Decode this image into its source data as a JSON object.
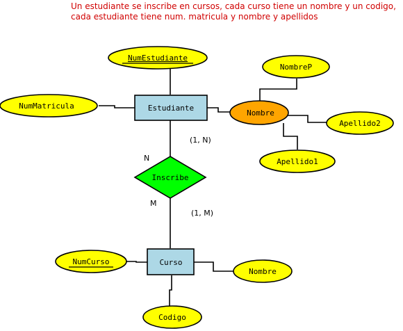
{
  "description": {
    "line1": "Un estudiante se inscribe en cursos, cada curso tiene un nombre y un codigo,",
    "line2": "cada estudiante tiene num. matricula y nombre y apellidos"
  },
  "colors": {
    "caption": "#d00000",
    "entity_fill": "#add8e6",
    "attribute_fill": "#ffff00",
    "composite_fill": "#ffa500",
    "relationship_fill": "#00ff00",
    "stroke": "#000000"
  },
  "entities": {
    "estudiante": "Estudiante",
    "curso": "Curso"
  },
  "relationship": {
    "label": "Inscribe",
    "side_estudiante": "N",
    "side_curso": "M",
    "cardinality_estudiante": "(1, N)",
    "cardinality_curso": "(1, M)"
  },
  "attributes": {
    "num_estudiante": "NumEstudiante",
    "num_matricula": "NumMatricula",
    "nombre_estudiante": "Nombre",
    "nombre_p": "NombreP",
    "apellido1": "Apellido1",
    "apellido2": "Apellido2",
    "num_curso": "NumCurso",
    "nombre_curso": "Nombre",
    "codigo": "Codigo"
  }
}
